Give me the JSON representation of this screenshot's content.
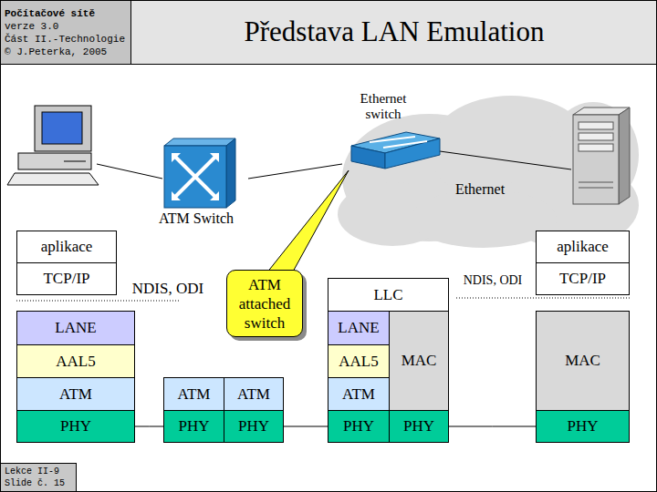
{
  "diagram": {
    "title": "Představa LAN Emulation",
    "nodes": [
      {
        "text": [
          "Počítačové sítě",
          "verze 3.0",
          "Část II.-Technologie",
          "© J.Peterka, 2005"
        ]
      },
      {
        "text": [
          "ATM attached switch"
        ]
      },
      {
        "text": [
          "aplikace"
        ]
      },
      {
        "text": [
          "TCP/IP"
        ]
      },
      {
        "text": [
          "LANE"
        ]
      },
      {
        "text": [
          "AAL5"
        ]
      },
      {
        "text": [
          "ATM"
        ]
      },
      {
        "text": [
          "PHY"
        ]
      },
      {
        "text": [
          "ATM"
        ]
      },
      {
        "text": [
          "ATM"
        ]
      },
      {
        "text": [
          "PHY"
        ]
      },
      {
        "text": [
          "PHY"
        ]
      },
      {
        "text": [
          "LLC"
        ]
      },
      {
        "text": [
          "LANE"
        ]
      },
      {
        "text": [
          "AAL5"
        ]
      },
      {
        "text": [
          "ATM"
        ]
      },
      {
        "text": [
          "PHY"
        ]
      },
      {
        "text": [
          "MAC"
        ]
      },
      {
        "text": [
          "PHY"
        ]
      },
      {
        "text": [
          "aplikace"
        ]
      },
      {
        "text": [
          "TCP/IP"
        ]
      },
      {
        "text": [
          "MAC"
        ]
      },
      {
        "text": [
          "PHY"
        ]
      },
      {
        "text": [
          "Lekce II-9",
          "Slide č. 15"
        ]
      }
    ],
    "edges": [
      {
        "from": 7,
        "to": 10,
        "arrow": "none"
      },
      {
        "from": 11,
        "to": 16,
        "arrow": "none"
      },
      {
        "from": 18,
        "to": 22,
        "arrow": "none"
      }
    ],
    "labels": [
      "ATM Switch",
      "Ethernet switch",
      "Ethernet",
      "NDIS, ODI",
      "NDIS, ODI"
    ]
  }
}
